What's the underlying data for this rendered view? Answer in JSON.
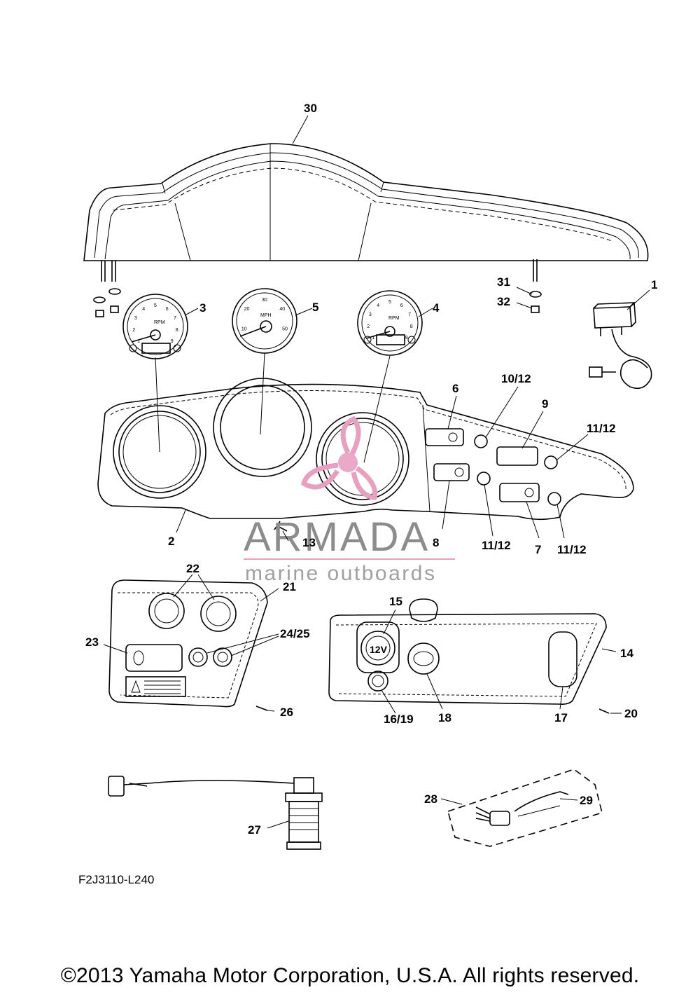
{
  "diagram_code": "F2J3110-L240",
  "copyright": "©2013 Yamaha Motor Corporation, U.S.A. All rights reserved.",
  "watermark": {
    "brand": "ARMADA",
    "subtitle": "marine outboards",
    "logo_color": "#e8a0c0",
    "text_color": "#8c8c8c"
  },
  "callouts": {
    "c30": "30",
    "c1": "1",
    "c31": "31",
    "c32": "32",
    "c3": "3",
    "c5": "5",
    "c4": "4",
    "c6": "6",
    "c10_12": "10/12",
    "c9": "9",
    "c11_12_a": "11/12",
    "c2": "2",
    "c13": "13",
    "c8": "8",
    "c11_12_b": "11/12",
    "c7": "7",
    "c11_12_c": "11/12",
    "c22": "22",
    "c21": "21",
    "c23": "23",
    "c24_25": "24/25",
    "c26": "26",
    "c15": "15",
    "c14": "14",
    "c16_19": "16/19",
    "c18": "18",
    "c17": "17",
    "c20": "20",
    "c28": "28",
    "c29": "29",
    "c27": "27"
  },
  "gauge_labels": {
    "rpm": "RPM",
    "mph": "MPH",
    "tach_ticks": [
      "1",
      "2",
      "3",
      "4",
      "5",
      "6",
      "7",
      "8",
      "9"
    ],
    "speed_ticks": [
      "10",
      "20",
      "30",
      "40",
      "50"
    ],
    "socket": "12V"
  }
}
